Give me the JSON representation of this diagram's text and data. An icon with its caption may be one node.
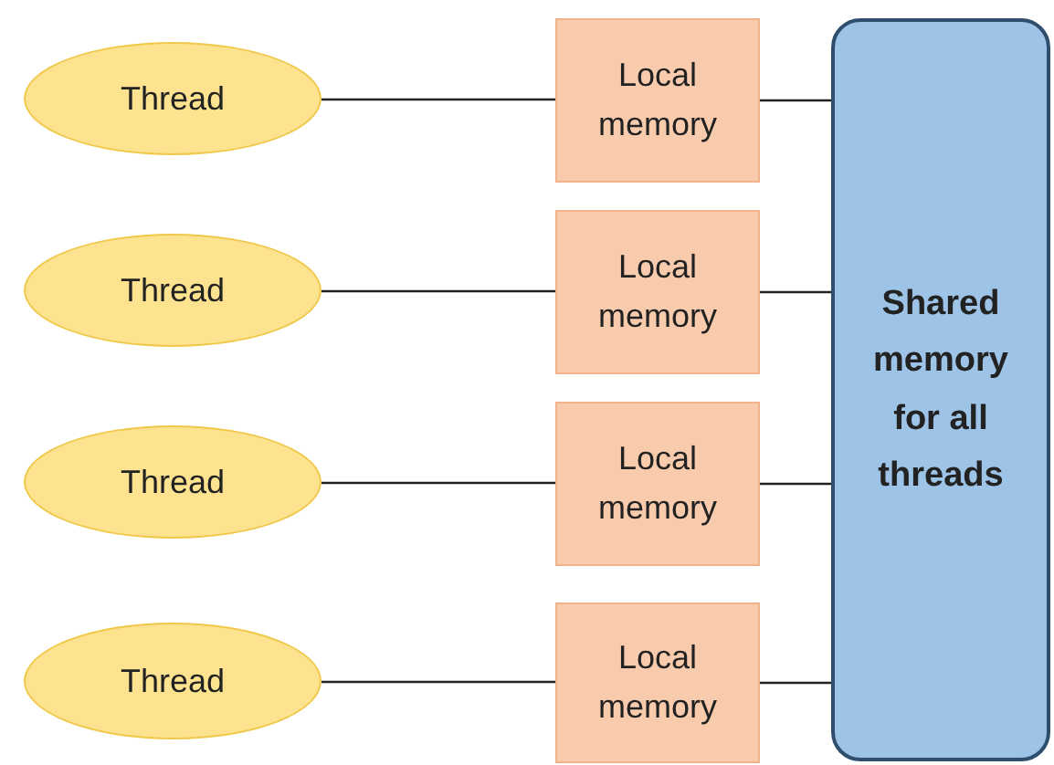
{
  "diagram": {
    "nodes": [
      {
        "text": [
          "Thread"
        ]
      },
      {
        "text": [
          "Local memory"
        ]
      },
      {
        "text": [
          "Shared memory for all threads"
        ]
      },
      {
        "text": [
          "Thread"
        ]
      },
      {
        "text": [
          "Local memory"
        ]
      },
      {
        "text": [
          "Thread"
        ]
      },
      {
        "text": [
          "Local memory"
        ]
      },
      {
        "text": [
          "Thread"
        ]
      },
      {
        "text": [
          "Local memory"
        ]
      }
    ],
    "edges": [
      {
        "from": 0,
        "to": 1,
        "arrow": "none"
      },
      {
        "from": 1,
        "to": 2,
        "arrow": "none"
      },
      {
        "from": 3,
        "to": 4,
        "arrow": "none"
      },
      {
        "from": 4,
        "to": 2,
        "arrow": "none"
      },
      {
        "from": 5,
        "to": 6,
        "arrow": "none"
      },
      {
        "from": 6,
        "to": 2,
        "arrow": "none"
      },
      {
        "from": 7,
        "to": 8,
        "arrow": "none"
      },
      {
        "from": 8,
        "to": 2,
        "arrow": "none"
      }
    ]
  }
}
